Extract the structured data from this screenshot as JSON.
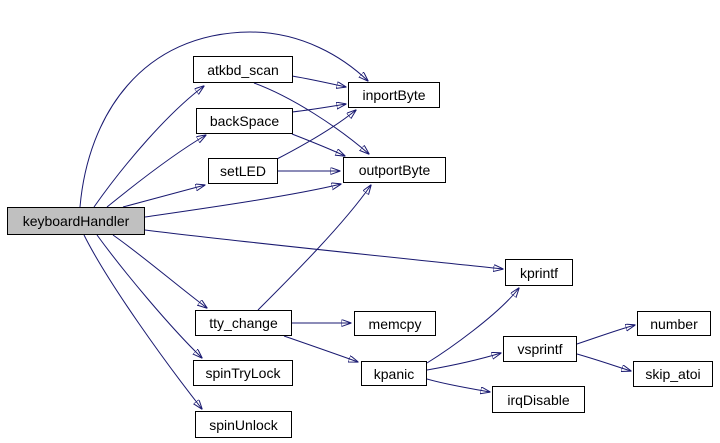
{
  "diagram": {
    "type": "call-graph",
    "title": "keyboardHandler call graph",
    "root": "keyboardHandler",
    "colors": {
      "edge": "#191970",
      "node_fill": "#ffffff",
      "node_border": "#000000",
      "root_fill": "#c0c0c0",
      "text": "#000000",
      "background": "#ffffff"
    },
    "nodes": [
      {
        "id": "keyboardHandler",
        "label": "keyboardHandler"
      },
      {
        "id": "atkbd_scan",
        "label": "atkbd_scan"
      },
      {
        "id": "backSpace",
        "label": "backSpace"
      },
      {
        "id": "setLED",
        "label": "setLED"
      },
      {
        "id": "inportByte",
        "label": "inportByte"
      },
      {
        "id": "outportByte",
        "label": "outportByte"
      },
      {
        "id": "kprintf",
        "label": "kprintf"
      },
      {
        "id": "tty_change",
        "label": "tty_change"
      },
      {
        "id": "memcpy",
        "label": "memcpy"
      },
      {
        "id": "spinTryLock",
        "label": "spinTryLock"
      },
      {
        "id": "spinUnlock",
        "label": "spinUnlock"
      },
      {
        "id": "kpanic",
        "label": "kpanic"
      },
      {
        "id": "vsprintf",
        "label": "vsprintf"
      },
      {
        "id": "irqDisable",
        "label": "irqDisable"
      },
      {
        "id": "number",
        "label": "number"
      },
      {
        "id": "skip_atoi",
        "label": "skip_atoi"
      }
    ],
    "edges": [
      {
        "from": "keyboardHandler",
        "to": "atkbd_scan"
      },
      {
        "from": "keyboardHandler",
        "to": "backSpace"
      },
      {
        "from": "keyboardHandler",
        "to": "setLED"
      },
      {
        "from": "keyboardHandler",
        "to": "inportByte"
      },
      {
        "from": "keyboardHandler",
        "to": "outportByte"
      },
      {
        "from": "keyboardHandler",
        "to": "kprintf"
      },
      {
        "from": "keyboardHandler",
        "to": "tty_change"
      },
      {
        "from": "keyboardHandler",
        "to": "spinTryLock"
      },
      {
        "from": "keyboardHandler",
        "to": "spinUnlock"
      },
      {
        "from": "atkbd_scan",
        "to": "inportByte"
      },
      {
        "from": "atkbd_scan",
        "to": "outportByte"
      },
      {
        "from": "backSpace",
        "to": "inportByte"
      },
      {
        "from": "backSpace",
        "to": "outportByte"
      },
      {
        "from": "setLED",
        "to": "inportByte"
      },
      {
        "from": "setLED",
        "to": "outportByte"
      },
      {
        "from": "tty_change",
        "to": "memcpy"
      },
      {
        "from": "tty_change",
        "to": "outportByte"
      },
      {
        "from": "tty_change",
        "to": "kpanic"
      },
      {
        "from": "kpanic",
        "to": "kprintf"
      },
      {
        "from": "kpanic",
        "to": "vsprintf"
      },
      {
        "from": "kpanic",
        "to": "irqDisable"
      },
      {
        "from": "vsprintf",
        "to": "number"
      },
      {
        "from": "vsprintf",
        "to": "skip_atoi"
      }
    ]
  }
}
